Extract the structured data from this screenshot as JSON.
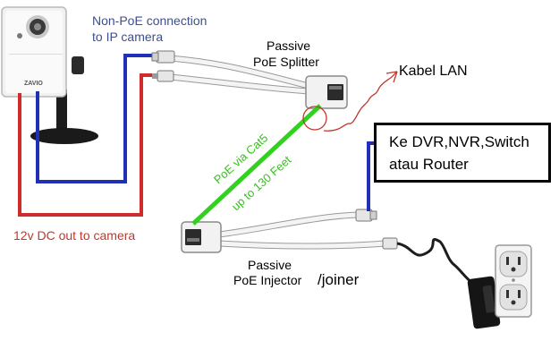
{
  "labels": {
    "non_poe_line1": "Non-PoE connection",
    "non_poe_line2": "to IP camera",
    "splitter_line1": "Passive",
    "splitter_line2": "PoE Splitter",
    "kabel_lan": "Kabel LAN",
    "poe_via": "PoE via Cat5",
    "up_to": "up to 130 Feet",
    "dc_out": "12v DC out to camera",
    "injector_line1": "Passive",
    "injector_line2": "PoE Injector",
    "joiner": "/joiner",
    "callout_line1": "Ke DVR,NVR,Switch",
    "callout_line2": "atau Router",
    "camera_brand": "ZAVIO"
  },
  "colors": {
    "data_cable": "#1f2fb8",
    "power_cable": "#d12a2a",
    "poe_cable": "#33d11f",
    "label_blue": "#3d4f8f",
    "label_red": "#c0392b",
    "annotation_red": "#c0392b"
  },
  "icons": [
    "ip-camera-icon",
    "power-adapter-icon",
    "wall-outlet-icon",
    "poe-splitter-icon",
    "poe-injector-icon"
  ]
}
